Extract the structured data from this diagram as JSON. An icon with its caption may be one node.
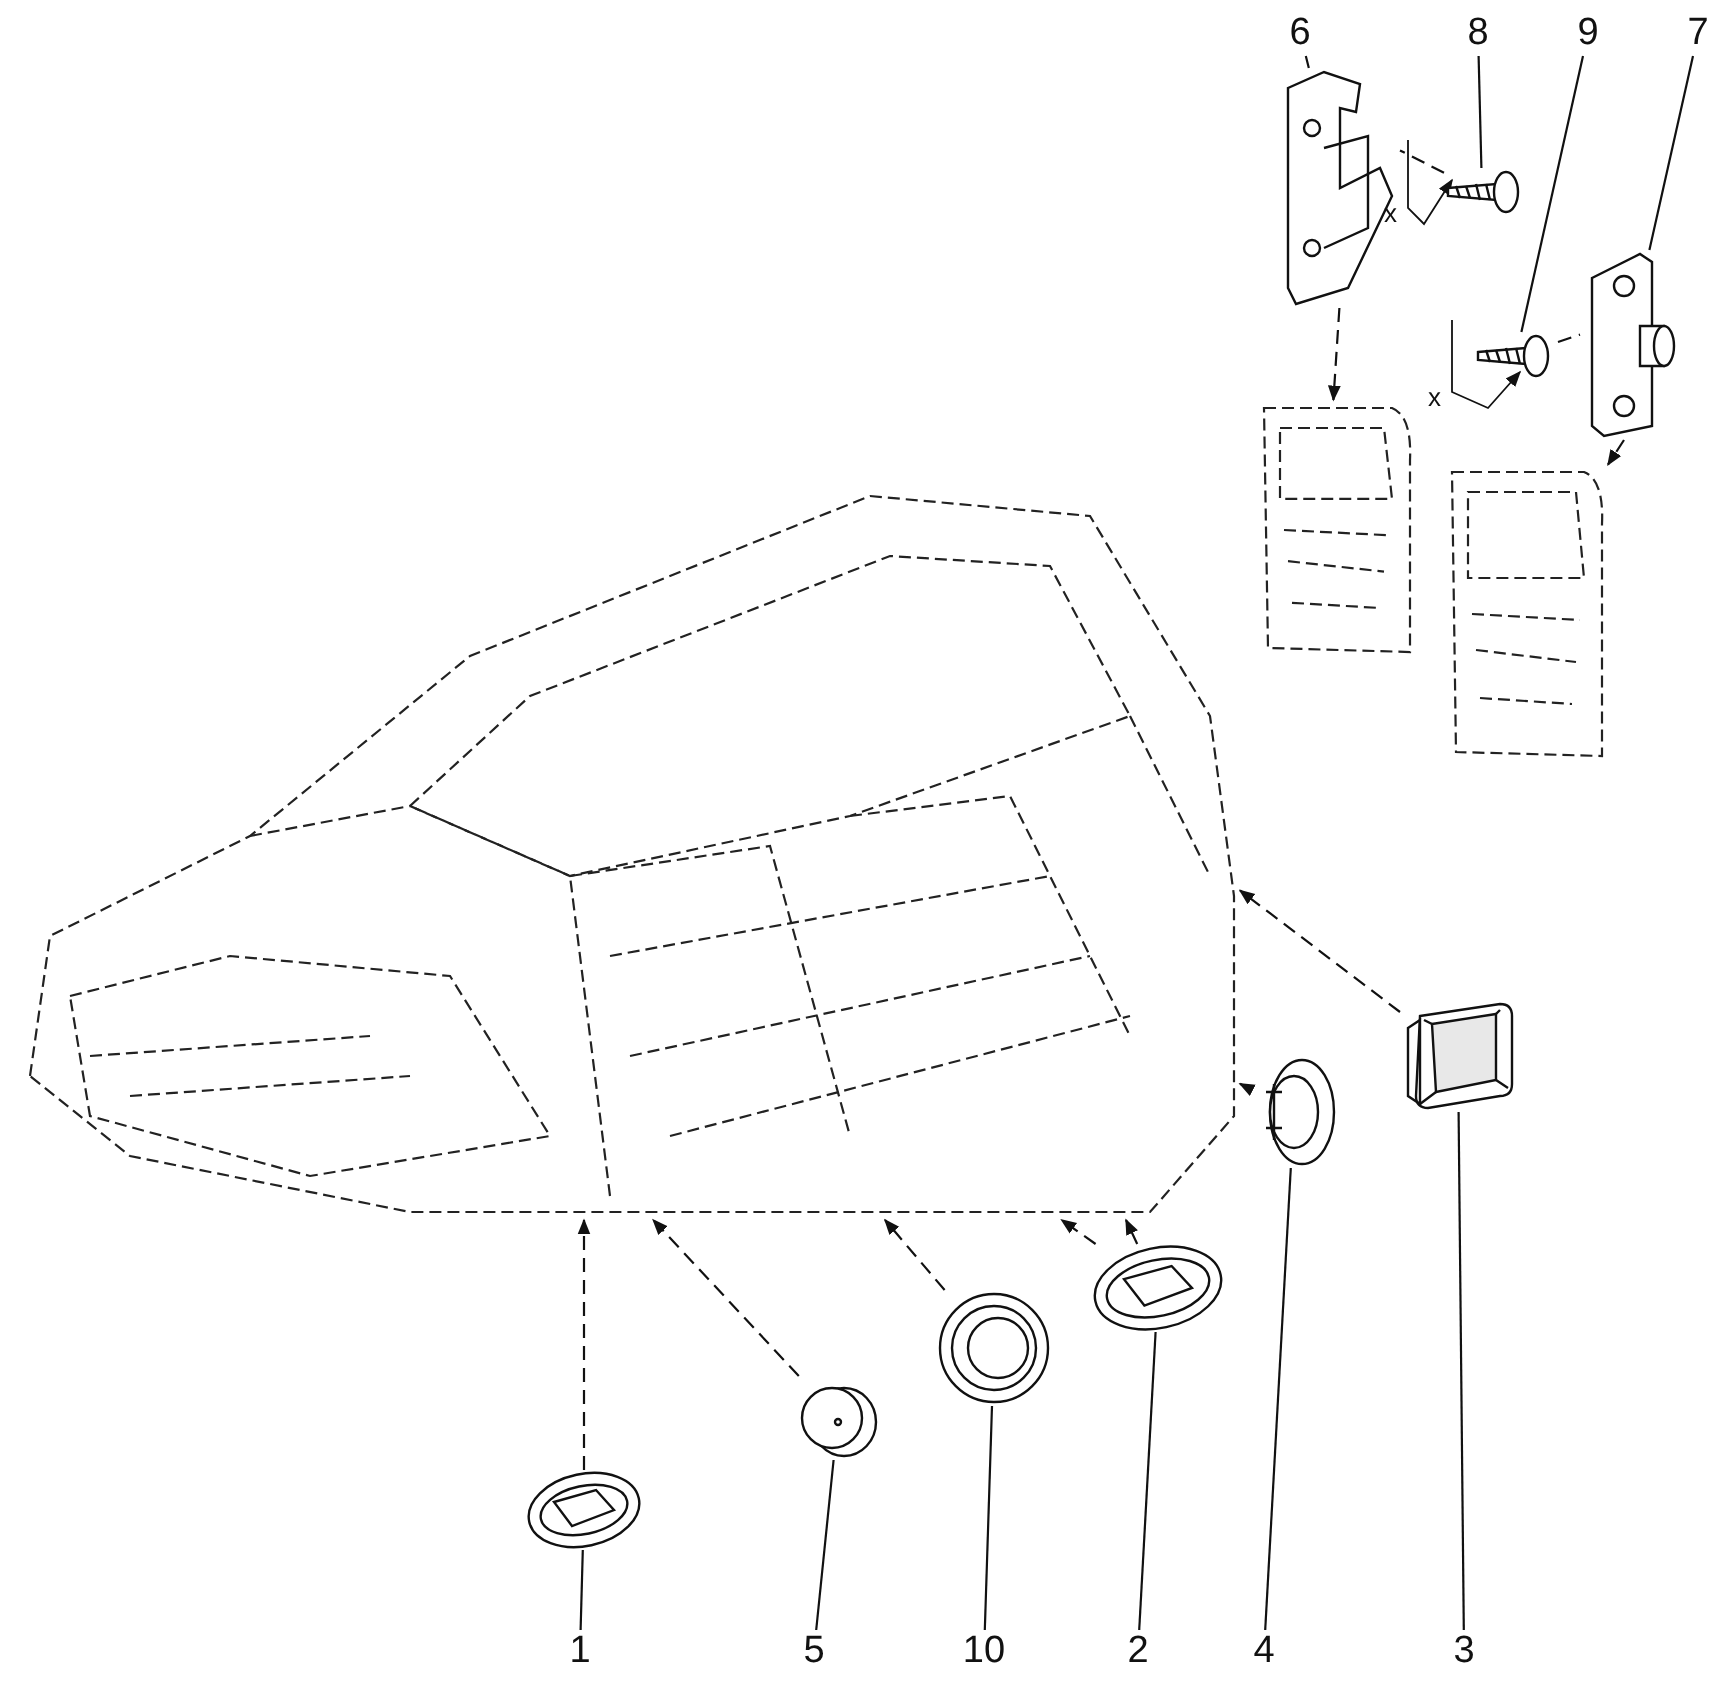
{
  "diagram": {
    "nodes": [
      {
        "text": [
          "6"
        ]
      },
      {
        "text": [
          "8"
        ]
      },
      {
        "text": [
          "9"
        ]
      },
      {
        "text": [
          "7"
        ]
      },
      {
        "text": [
          "1"
        ]
      },
      {
        "text": [
          "5"
        ]
      },
      {
        "text": [
          "10"
        ]
      },
      {
        "text": [
          "2"
        ]
      },
      {
        "text": [
          "4"
        ]
      },
      {
        "text": [
          "3"
        ]
      },
      {
        "text": [],
        "shape": "picture"
      },
      {
        "text": [],
        "shape": "picture"
      },
      {
        "text": [],
        "shape": "picture"
      },
      {
        "text": [],
        "shape": "picture"
      },
      {
        "text": [],
        "shape": "picture"
      },
      {
        "text": [],
        "shape": "picture"
      },
      {
        "text": [],
        "shape": "picture"
      },
      {
        "text": [],
        "shape": "picture"
      },
      {
        "text": [],
        "shape": "picture"
      },
      {
        "text": [],
        "shape": "picture"
      },
      {
        "text": [],
        "shape": "picture"
      },
      {
        "text": [],
        "shape": "picture"
      },
      {
        "text": [],
        "shape": "picture"
      }
    ],
    "edges": [
      {
        "from": 0,
        "to": 10,
        "arrow": "none"
      },
      {
        "from": 1,
        "to": 11,
        "arrow": "none"
      },
      {
        "from": 2,
        "to": 12,
        "arrow": "none"
      },
      {
        "from": 3,
        "to": 13,
        "arrow": "none"
      },
      {
        "from": 4,
        "to": 17,
        "arrow": "none"
      },
      {
        "from": 5,
        "to": 18,
        "arrow": "none"
      },
      {
        "from": 6,
        "to": 19,
        "arrow": "none"
      },
      {
        "from": 7,
        "to": 20,
        "arrow": "none"
      },
      {
        "from": 8,
        "to": 21,
        "arrow": "none"
      },
      {
        "from": 9,
        "to": 22,
        "arrow": "none"
      },
      {
        "from": 11,
        "to": 10,
        "arrow": "none",
        "style": "dashed"
      },
      {
        "from": 12,
        "to": 13,
        "arrow": "none",
        "style": "dashed"
      },
      {
        "from": 10,
        "to": 14,
        "arrow": "to",
        "style": "dashed"
      },
      {
        "from": 13,
        "to": 15,
        "arrow": "to",
        "style": "dashed"
      },
      {
        "from": 17,
        "to": 16,
        "arrow": "to",
        "style": "dashed"
      },
      {
        "from": 18,
        "to": 16,
        "arrow": "to",
        "style": "dashed"
      },
      {
        "from": 19,
        "to": 16,
        "arrow": "to",
        "style": "dashed"
      },
      {
        "from": 20,
        "to": 16,
        "arrow": "to",
        "style": "dashed"
      },
      {
        "from": 20,
        "to": 16,
        "arrow": "to",
        "style": "dashed"
      },
      {
        "from": 21,
        "to": 16,
        "arrow": "to",
        "style": "dashed"
      },
      {
        "from": 22,
        "to": 16,
        "arrow": "to",
        "style": "dashed"
      }
    ],
    "labels": [
      "x",
      "x"
    ]
  }
}
